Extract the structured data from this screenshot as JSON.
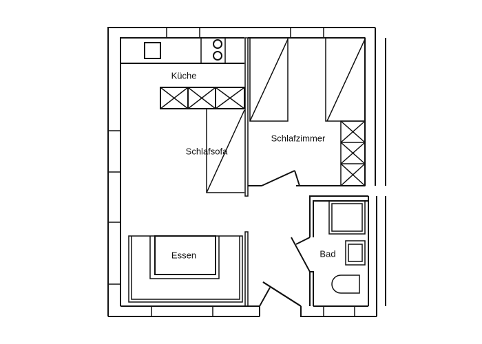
{
  "floor_plan": {
    "rooms": [
      {
        "id": "kitchen",
        "label": "Küche"
      },
      {
        "id": "sofa",
        "label": "Schlafsofa"
      },
      {
        "id": "bedroom",
        "label": "Schlafzimmer"
      },
      {
        "id": "dining",
        "label": "Essen"
      },
      {
        "id": "bath",
        "label": "Bad"
      }
    ],
    "line_color": "#111111",
    "background": "#ffffff"
  }
}
